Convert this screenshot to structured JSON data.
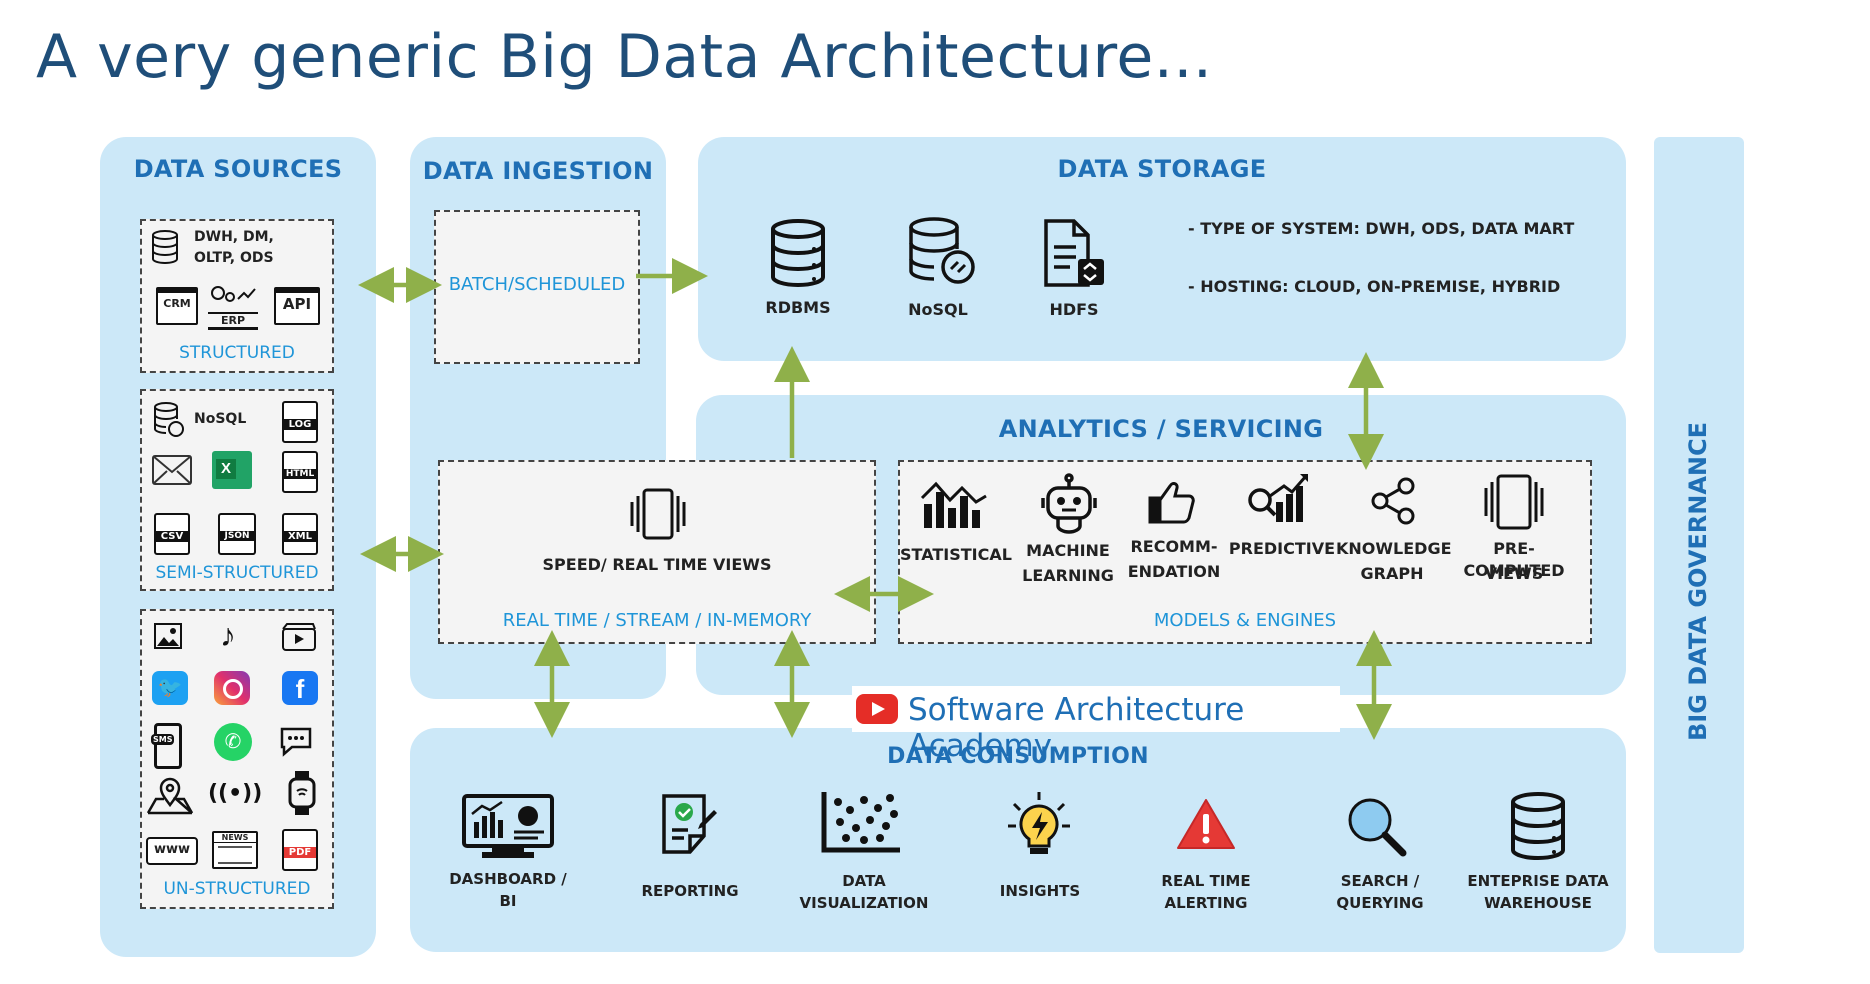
{
  "title": "A very generic Big Data Architecture...",
  "sources": {
    "heading": "DATA SOURCES",
    "structured": {
      "label": "STRUCTURED",
      "db_text_1": "DWH, DM,",
      "db_text_2": "OLTP, ODS",
      "crm": "CRM",
      "erp": "ERP",
      "api": "API"
    },
    "semi": {
      "label": "SEMI-STRUCTURED",
      "nosql": "NoSQL",
      "log": "LOG",
      "html": "HTML",
      "csv": "CSV",
      "json": "JSON",
      "xml": "XML",
      "excel": "X"
    },
    "unstructured": {
      "label": "UN-STRUCTURED",
      "sms": "SMS",
      "www": "www",
      "news": "NEWS",
      "pdf": "PDF"
    }
  },
  "ingestion": {
    "heading": "DATA INGESTION",
    "batch": "BATCH/SCHEDULED"
  },
  "realtime": {
    "title": "SPEED/ REAL TIME VIEWS",
    "label": "REAL TIME / STREAM / IN-MEMORY"
  },
  "storage": {
    "heading": "DATA STORAGE",
    "items": [
      "RDBMS",
      "NoSQL",
      "HDFS"
    ],
    "note1": "- TYPE OF SYSTEM: DWH, ODS, DATA MART",
    "note2": "- HOSTING: CLOUD, ON-PREMISE, HYBRID"
  },
  "analytics": {
    "heading": "ANALYTICS / SERVICING",
    "models_label": "MODELS & ENGINES",
    "items": [
      {
        "l1": "STATISTICAL",
        "l2": ""
      },
      {
        "l1": "MACHINE",
        "l2": "LEARNING"
      },
      {
        "l1": "RECOMM-",
        "l2": "ENDATION"
      },
      {
        "l1": "PREDICTIVE",
        "l2": ""
      },
      {
        "l1": "KNOWLEDGE",
        "l2": "GRAPH"
      },
      {
        "l1": "PRE-COMPUTED",
        "l2": "VIEWS"
      }
    ]
  },
  "consumption": {
    "heading": "DATA CONSUMPTION",
    "items": [
      {
        "l1": "DASHBOARD /",
        "l2": "BI"
      },
      {
        "l1": "REPORTING",
        "l2": ""
      },
      {
        "l1": "DATA",
        "l2": "VISUALIZATION"
      },
      {
        "l1": "INSIGHTS",
        "l2": ""
      },
      {
        "l1": "REAL TIME",
        "l2": "ALERTING"
      },
      {
        "l1": "SEARCH /",
        "l2": "QUERYING"
      },
      {
        "l1": "ENTEPRISE DATA",
        "l2": "WAREHOUSE"
      }
    ]
  },
  "governance": "BIG DATA GOVERNANCE",
  "watermark": "Software Architecture Academy",
  "colors": {
    "panel": "#cce8f8",
    "heading": "#1f6fb5",
    "arrow": "#8fb04a",
    "label_blue": "#1f95d8"
  }
}
